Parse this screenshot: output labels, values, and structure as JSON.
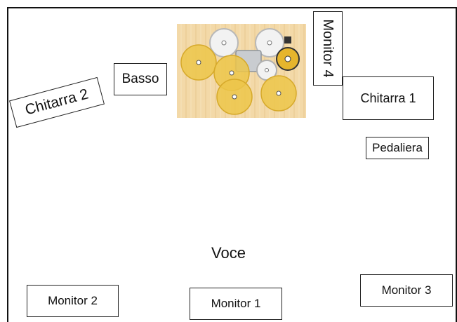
{
  "stage_plot": {
    "labels": {
      "chitarra2": "Chitarra 2",
      "basso": "Basso",
      "monitor4": "Monitor 4",
      "chitarra1": "Chitarra 1",
      "pedaliera": "Pedaliera",
      "voce": "Voce",
      "monitor2": "Monitor 2",
      "monitor1": "Monitor 1",
      "monitor3": "Monitor 3"
    },
    "drum_kit": {
      "icon": "drum-kit-icon",
      "colors": {
        "rug": "#f3d9a8",
        "cymbal": "#ecc64a",
        "drum_head": "#f1f1f1",
        "hardware": "#bfc3c7",
        "cowbell": "#e6b52d"
      }
    },
    "colors": {
      "border": "#111111",
      "background": "#ffffff"
    }
  }
}
